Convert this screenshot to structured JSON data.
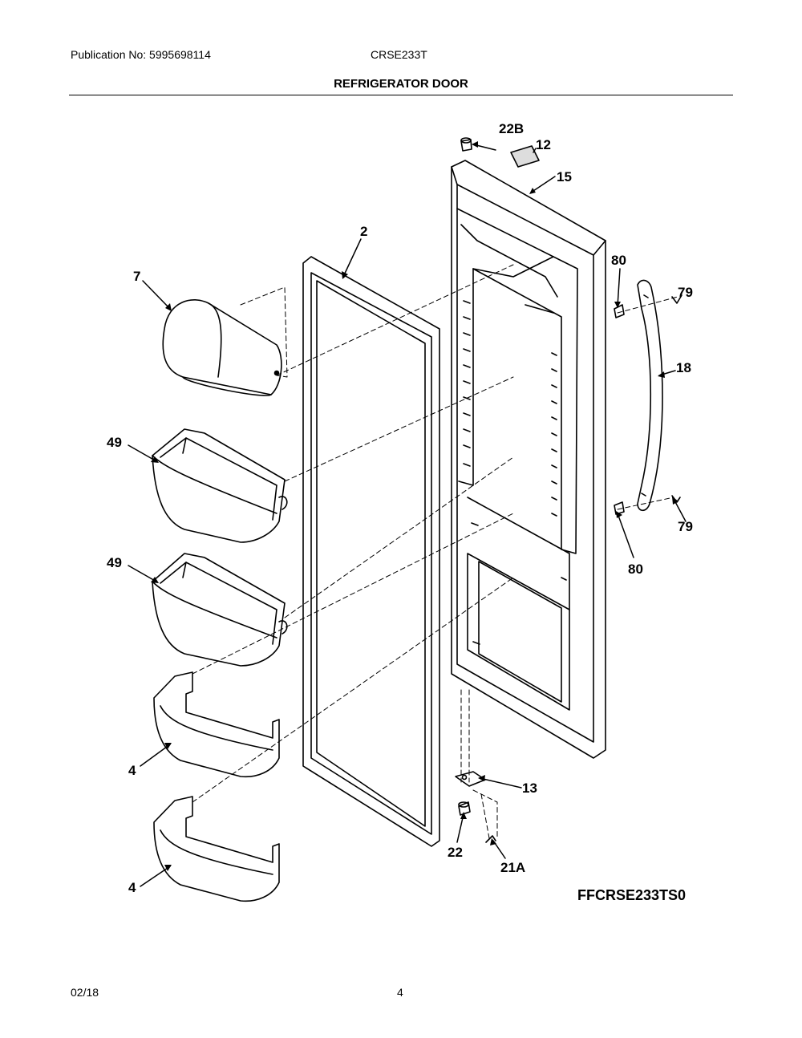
{
  "header": {
    "publication": "Publication No: 5995698114",
    "model": "CRSE233T",
    "title": "REFRIGERATOR DOOR"
  },
  "callouts": {
    "c22b": "22B",
    "c12": "12",
    "c15": "15",
    "c2": "2",
    "c7": "7",
    "c80a": "80",
    "c79a": "79",
    "c18": "18",
    "c49a": "49",
    "c49b": "49",
    "c79b": "79",
    "c80b": "80",
    "c4a": "4",
    "c13": "13",
    "c22": "22",
    "c21a": "21A",
    "c4b": "4"
  },
  "drawing_code": "FFCRSE233TS0",
  "footer": {
    "date": "02/18",
    "page": "4"
  }
}
